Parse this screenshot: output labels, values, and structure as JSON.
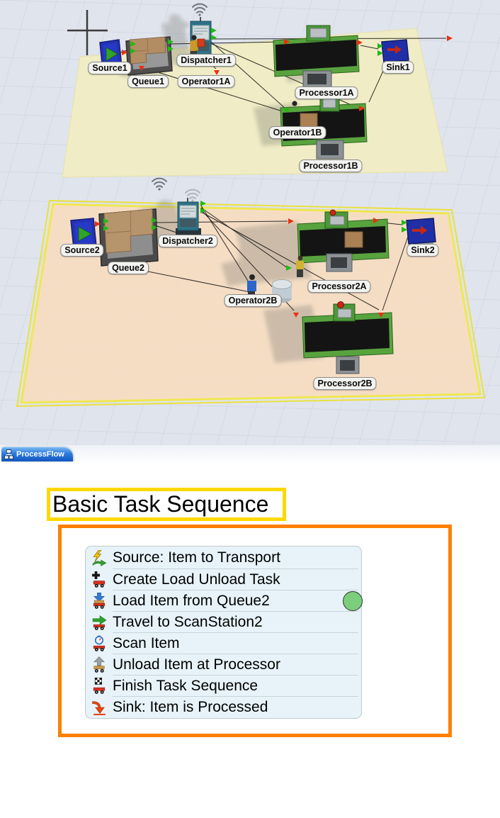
{
  "tab": {
    "label": "ProcessFlow",
    "icon": "flowchart-icon"
  },
  "scene": {
    "labels": [
      {
        "text": "Source1"
      },
      {
        "text": "Queue1"
      },
      {
        "text": "Dispatcher1"
      },
      {
        "text": "Operator1A"
      },
      {
        "text": "Processor1A"
      },
      {
        "text": "Operator1B"
      },
      {
        "text": "Processor1B"
      },
      {
        "text": "Sink1"
      },
      {
        "text": "Source2"
      },
      {
        "text": "Queue2"
      },
      {
        "text": "Dispatcher2"
      },
      {
        "text": "Operator2B"
      },
      {
        "text": "Processor2A"
      },
      {
        "text": "Sink2"
      },
      {
        "text": "Processor2B"
      }
    ],
    "icons": [
      "wifi-icon",
      "origin-crosshair-icon",
      "input-port-marker",
      "output-port-marker"
    ],
    "colors": {
      "background": "#e0e4ed",
      "grid": "#cad0de",
      "floor1": "#f1edc2",
      "floor2": "#f5dcc2",
      "floor2_border": "#f0e751",
      "port_in": "#22b814",
      "port_out": "#e83010"
    }
  },
  "flow": {
    "title": "Basic Task Sequence",
    "tasks": [
      {
        "label": "Source: Item to Transport",
        "icon": "lightning-arrow-icon"
      },
      {
        "label": "Create Load Unload Task",
        "icon": "plus-cart-icon"
      },
      {
        "label": "Load Item from Queue2",
        "icon": "load-cart-icon",
        "token": true
      },
      {
        "label": "Travel to ScanStation2",
        "icon": "travel-cart-icon"
      },
      {
        "label": "Scan Item",
        "icon": "scan-cart-icon"
      },
      {
        "label": "Unload Item at Processor",
        "icon": "unload-cart-icon"
      },
      {
        "label": "Finish Task Sequence",
        "icon": "finish-cart-icon"
      },
      {
        "label": "Sink: Item is Processed",
        "icon": "sink-arrow-icon"
      }
    ],
    "colors": {
      "frame": "#ff8000",
      "title_border": "#ffd800",
      "panel_bg": "#e7f3f9",
      "token": "#7ccd7c"
    }
  }
}
